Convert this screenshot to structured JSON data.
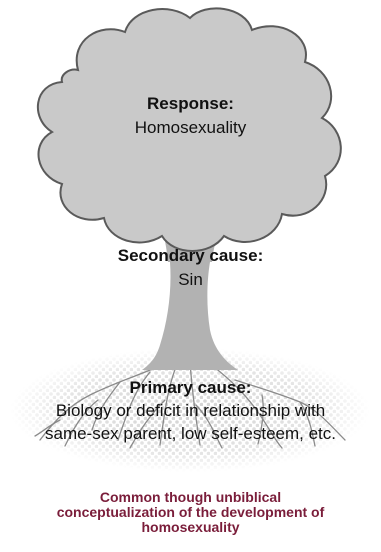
{
  "diagram": {
    "response": {
      "heading": "Response:",
      "text": "Homosexuality"
    },
    "secondary": {
      "heading": "Secondary cause:",
      "text": "Sin"
    },
    "primary": {
      "heading": "Primary cause:",
      "line1": "Biology or deficit in relationship with",
      "line2": "same-sex parent, low self-esteem, etc."
    },
    "caption": {
      "line1": "Common though unbiblical",
      "line2": "conceptualization of the development of",
      "line3": "homosexuality"
    },
    "colors": {
      "canopy": "#c9c9c9",
      "canopy_stroke": "#5a5a5a",
      "trunk": "#b2b2b2",
      "roots": "#8a8a8a",
      "soil_dots": "#d2d2d2",
      "caption": "#7a1d3a"
    }
  }
}
